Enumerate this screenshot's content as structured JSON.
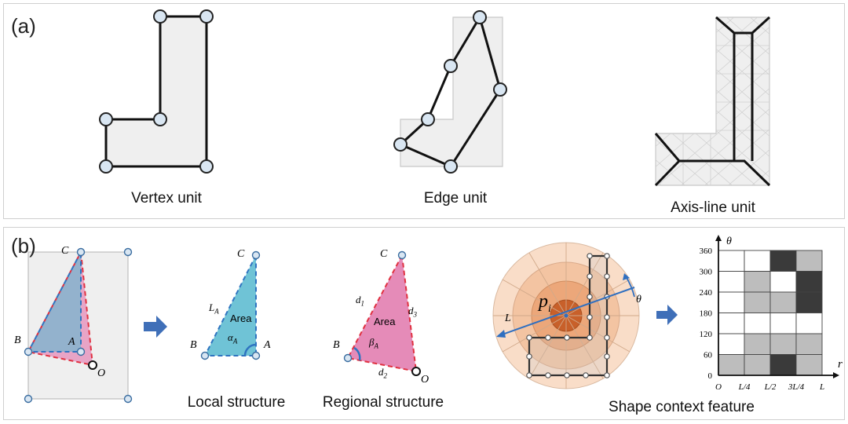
{
  "panel_a": {
    "label": "(a)",
    "captions": {
      "vertex": "Vertex unit",
      "edge": "Edge unit",
      "axis": "Axis-line unit"
    }
  },
  "panel_b": {
    "label": "(b)",
    "captions": {
      "local": "Local structure",
      "regional": "Regional structure",
      "shape_context": "Shape context feature"
    },
    "points": {
      "A": "A",
      "B": "B",
      "C": "C",
      "O": "O"
    },
    "local": {
      "area": "Area",
      "side": "L",
      "side_sub": "A",
      "angle": "α",
      "angle_sub": "A"
    },
    "regional": {
      "area": "Area",
      "d1": "d",
      "d1_sub": "1",
      "d2": "d",
      "d2_sub": "2",
      "d3": "d",
      "d3_sub": "3",
      "angle": "β",
      "angle_sub": "A"
    },
    "polar": {
      "center": "p",
      "center_sub": "i",
      "radius_label": "L",
      "theta_label": "θ"
    },
    "histogram": {
      "x_axis_label": "r",
      "y_axis_label": "θ",
      "x_ticks": [
        "O",
        "L/4",
        "L/2",
        "3L/4",
        "L"
      ],
      "y_ticks": [
        "0",
        "60",
        "120",
        "180",
        "240",
        "300",
        "360"
      ],
      "cells_top_to_bottom": [
        [
          "white",
          "white",
          "black",
          "gray"
        ],
        [
          "white",
          "gray",
          "white",
          "black"
        ],
        [
          "white",
          "gray",
          "gray",
          "black"
        ],
        [
          "white",
          "white",
          "white",
          "white"
        ],
        [
          "white",
          "gray",
          "gray",
          "gray"
        ],
        [
          "gray",
          "gray",
          "black",
          "gray"
        ]
      ]
    }
  },
  "colors": {
    "node_fill": "#d9e6f2",
    "panel_fill": "#efefef",
    "blue_tri": "#6fc3d6",
    "pink_tri": "#e58bb8",
    "red_dash": "#e03040",
    "blue_dash": "#2f74c0",
    "arrow": "#3f6fb8",
    "hist_gray": "#bdbdbd",
    "hist_black": "#3a3a3a"
  }
}
